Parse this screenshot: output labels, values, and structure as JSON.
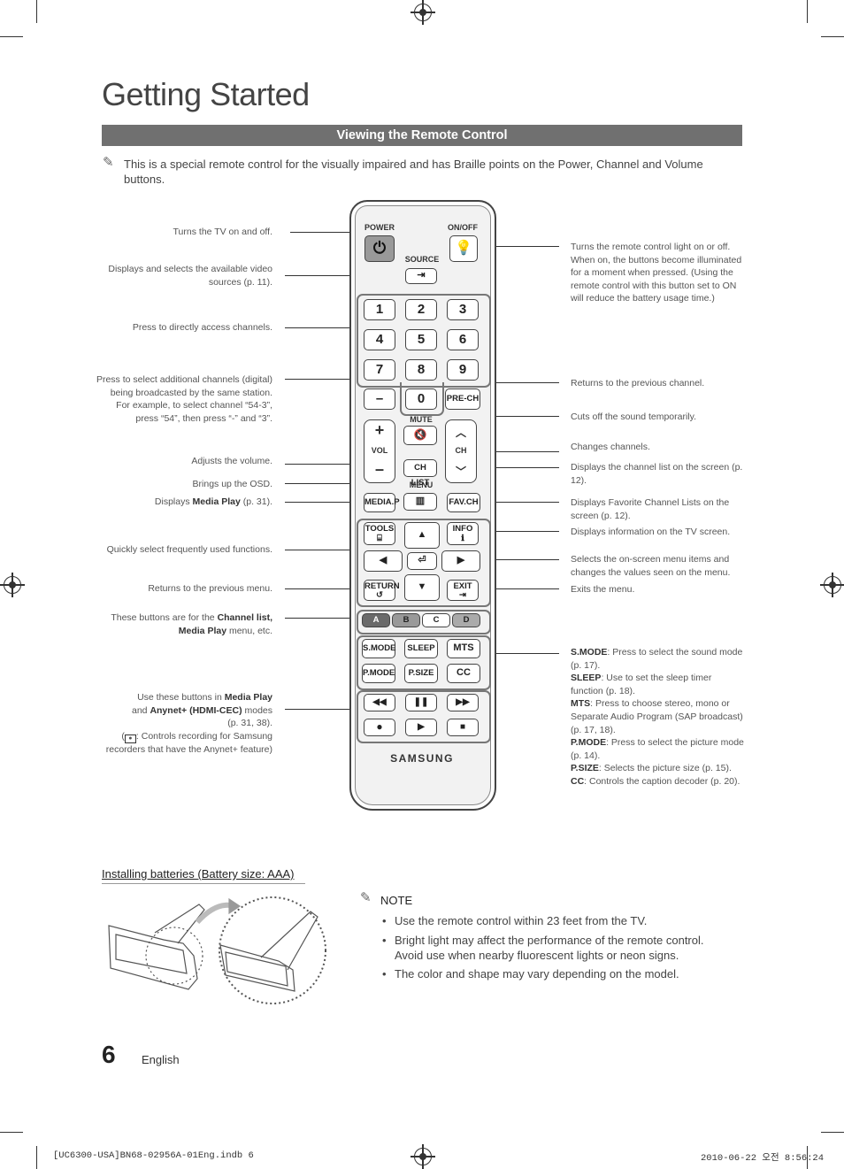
{
  "header": {
    "title": "Getting Started"
  },
  "section_bar": {
    "label": "Viewing the Remote Control"
  },
  "intro": {
    "text": "This is a special remote control for the visually impaired and has Braille points on the Power, Channel and Volume buttons."
  },
  "left_labels": {
    "power": "Turns the TV on and off.",
    "source": "Displays and selects the available video sources (p. 11).",
    "numbers": "Press to directly access channels.",
    "dash": "Press to select additional channels (digital) being broadcasted by the same station. For example, to select channel “54-3”, press “54”, then press “-” and “3”.",
    "vol": "Adjusts the volume.",
    "menu": "Brings up the OSD.",
    "mediap_pre": "Displays ",
    "mediap_bold": "Media Play",
    "mediap_post": " (p. 31).",
    "tools": "Quickly select frequently used functions.",
    "return": "Returns to the previous menu.",
    "abcd_pre": "These buttons are for the ",
    "abcd_bold1": "Channel list,",
    "abcd_bold2": "Media Play",
    "abcd_post": " menu, etc.",
    "playback_1": "Use these buttons in ",
    "playback_b1": "Media Play",
    "playback_2": "and ",
    "playback_b2": "Anynet+ (HDMI-CEC)",
    "playback_3": " modes",
    "playback_4": "(p. 31, 38).",
    "playback_5": ": Controls recording for Samsung recorders that have the Anynet+ feature)"
  },
  "right_labels": {
    "onoff": "Turns the remote control light on or off. When on, the buttons become illuminated for a moment when pressed. (Using the remote control with this button set to ON will reduce the battery usage time.)",
    "prech": "Returns to the previous channel.",
    "mute": "Cuts off the sound temporarily.",
    "ch": "Changes channels.",
    "chlist": "Displays the channel list on the screen (p. 12).",
    "favch": "Displays Favorite Channel Lists on the screen (p. 12).",
    "info": "Displays information on the TV screen.",
    "arrows": "Selects the on-screen menu items and changes the values seen on the menu.",
    "exit": "Exits the menu.",
    "smode_k": "S.MODE",
    "smode_v": ": Press to select the sound mode (p. 17).",
    "sleep_k": "SLEEP",
    "sleep_v": ": Use to set the sleep timer function (p. 18).",
    "mts_k": "MTS",
    "mts_v": ": Press to choose stereo, mono or Separate Audio Program (SAP broadcast) (p. 17, 18).",
    "pmode_k": "P.MODE",
    "pmode_v": ": Press to select the picture mode (p. 14).",
    "psize_k": "P.SIZE",
    "psize_v": ": Selects the picture size (p. 15).",
    "cc_k": "CC",
    "cc_v": ": Controls the caption decoder (p. 20)."
  },
  "remote": {
    "power": "POWER",
    "onoff": "ON/OFF",
    "source": "SOURCE",
    "digits": [
      "1",
      "2",
      "3",
      "4",
      "5",
      "6",
      "7",
      "8",
      "9"
    ],
    "dash": "–",
    "zero": "0",
    "prech": "PRE-CH",
    "mute": "MUTE",
    "vol": "VOL",
    "ch": "CH",
    "plus": "+",
    "minus": "–",
    "chlist": "CH LIST",
    "menu": "MENU",
    "mediap": "MEDIA.P",
    "favch": "FAV.CH",
    "tools": "TOOLS",
    "info": "INFO",
    "return": "RETURN",
    "exit": "EXIT",
    "abcd": [
      "A",
      "B",
      "C",
      "D"
    ],
    "smode": "S.MODE",
    "sleep": "SLEEP",
    "mts": "MTS",
    "pmode": "P.MODE",
    "psize": "P.SIZE",
    "cc": "CC",
    "brand": "SAMSUNG"
  },
  "batteries": {
    "heading": "Installing batteries (Battery size: AAA)"
  },
  "note": {
    "label": "NOTE",
    "items": [
      "Use the remote control within 23 feet from the TV.",
      "Bright light may affect the performance of the remote control. Avoid use when nearby fluorescent lights or neon signs.",
      "The color and shape may vary depending on the model."
    ]
  },
  "footer": {
    "page_number": "6",
    "language": "English",
    "file": "[UC6300-USA]BN68-02956A-01Eng.indb   6",
    "date": "2010-06-22   오전 8:56:24"
  },
  "colors": {
    "bar": "#707070",
    "text": "#333333",
    "abcd_dark": "#6a6a6a"
  }
}
